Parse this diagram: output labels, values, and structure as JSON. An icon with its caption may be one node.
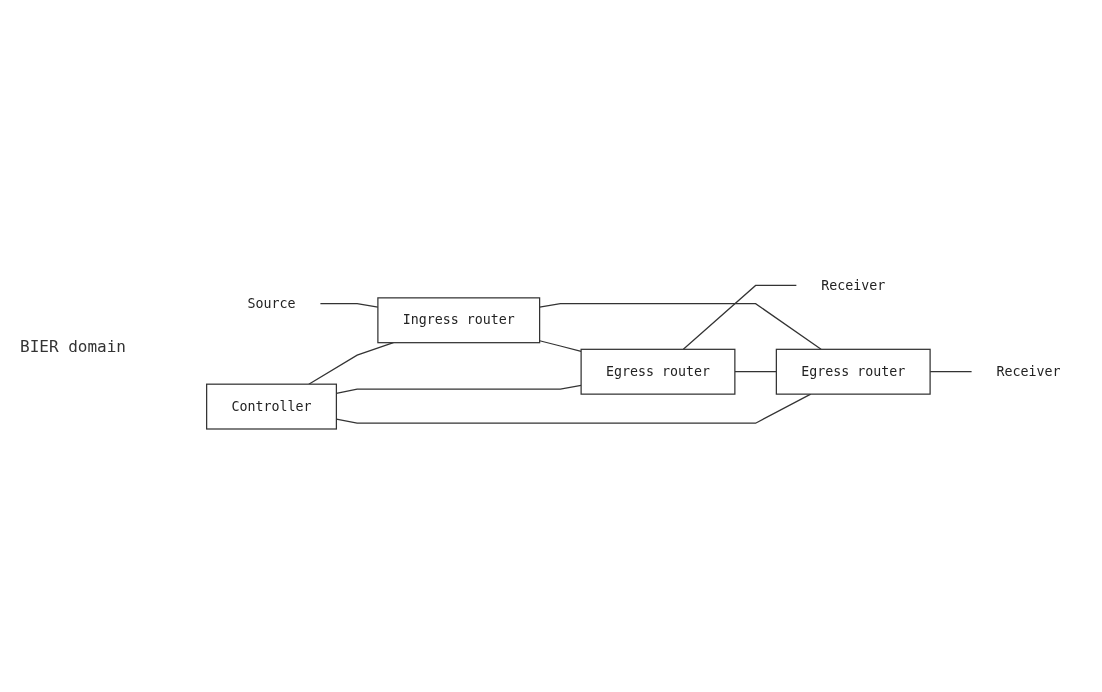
{
  "diagram": {
    "nodes": [
      {
        "text": [
          "Controller"
        ]
      },
      {
        "text": [
          "Egress router"
        ]
      },
      {
        "text": [
          "Receiver"
        ]
      },
      {
        "text": [
          "Source"
        ]
      },
      {
        "text": [
          "Ingress router"
        ]
      },
      {
        "text": [
          "Egress router"
        ]
      },
      {
        "text": [
          "Receiver"
        ]
      }
    ],
    "edges": [
      {
        "from": 0,
        "to": 4,
        "arrow": "none"
      },
      {
        "from": 0,
        "to": 5,
        "arrow": "none"
      },
      {
        "from": 0,
        "to": 1,
        "arrow": "none"
      },
      {
        "from": 4,
        "to": 1,
        "arrow": "none"
      },
      {
        "from": 1,
        "to": 5,
        "arrow": "none"
      },
      {
        "from": 4,
        "to": 5,
        "arrow": "none"
      },
      {
        "from": 3,
        "to": 4,
        "arrow": "none"
      },
      {
        "from": 1,
        "to": 2,
        "arrow": "none"
      },
      {
        "from": 5,
        "to": 6,
        "arrow": "none"
      }
    ],
    "labels": [
      "BIER domain"
    ]
  }
}
